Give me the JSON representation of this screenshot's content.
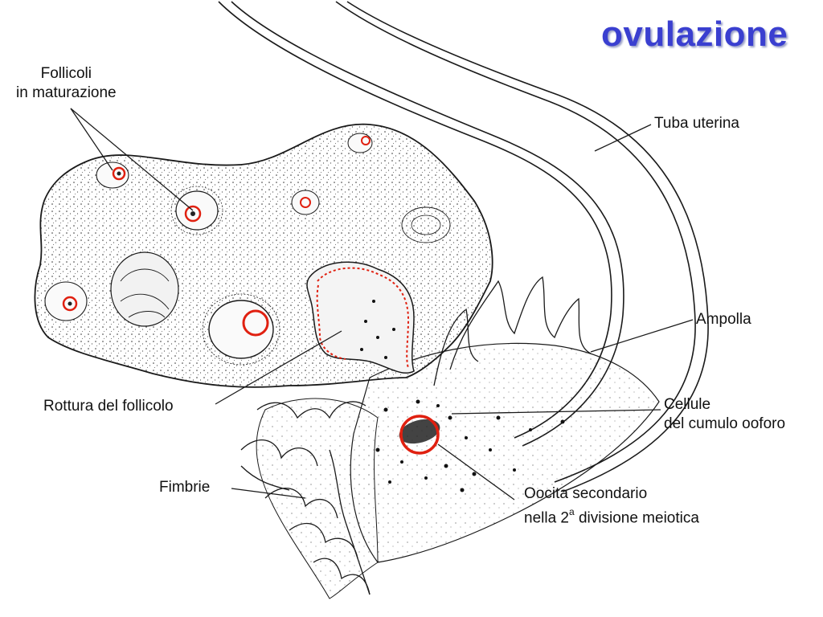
{
  "title": "ovulazione",
  "labels": {
    "follicoli": {
      "line1": "Follicoli",
      "line2": "in maturazione"
    },
    "tuba": "Tuba uterina",
    "ampolla": "Ampolla",
    "rottura": "Rottura del follicolo",
    "cellule": {
      "line1": "Cellule",
      "line2": "del cumulo ooforo"
    },
    "fimbrie": "Fimbrie",
    "oocita": {
      "line1": "Oocita secondario",
      "line2_prefix": "nella 2",
      "line2_sup": "a",
      "line2_suffix": " divisione meiotica"
    }
  },
  "colors": {
    "title": "#3a3fd0",
    "highlight": "#e02010",
    "line": "#1a1a1a",
    "stipple": "#2a2a2a"
  }
}
